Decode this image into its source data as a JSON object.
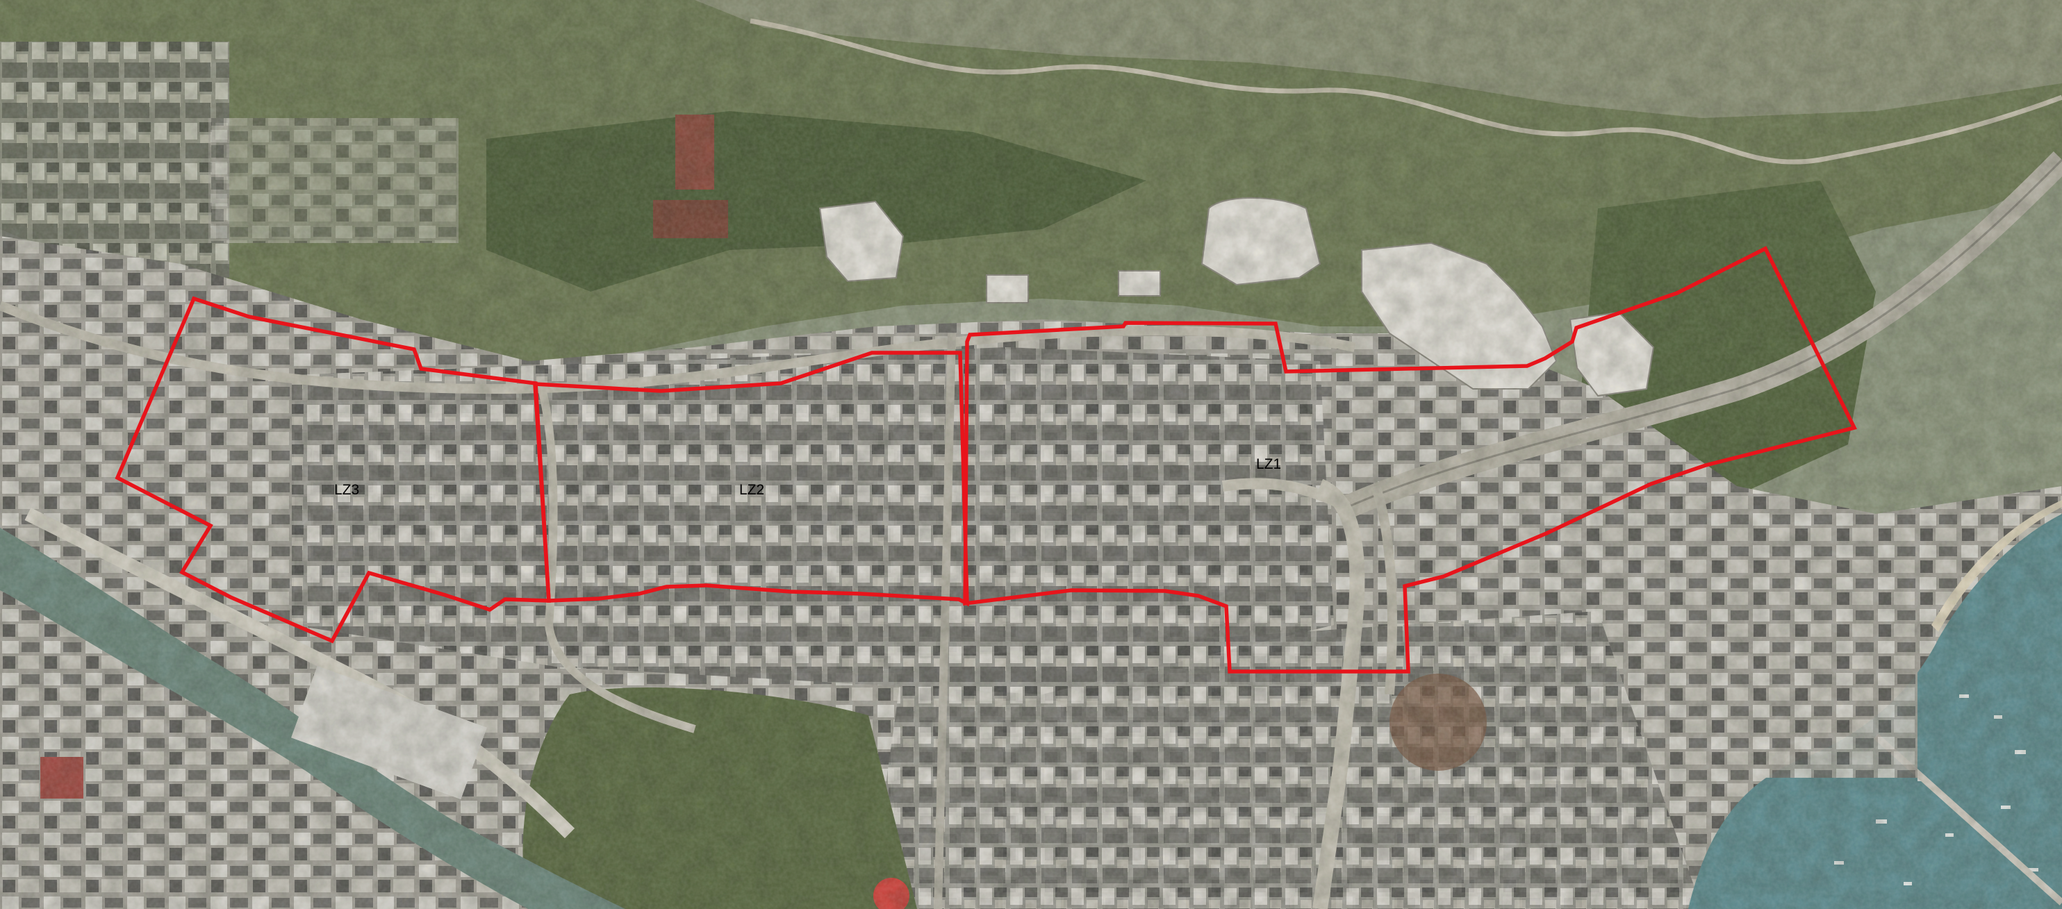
{
  "map": {
    "type": "aerial-photograph",
    "boundary_color": "#e8141b",
    "zones": [
      {
        "id": "LZ1",
        "label": "LZ1"
      },
      {
        "id": "LZ2",
        "label": "LZ2"
      },
      {
        "id": "LZ3",
        "label": "LZ3"
      }
    ]
  }
}
